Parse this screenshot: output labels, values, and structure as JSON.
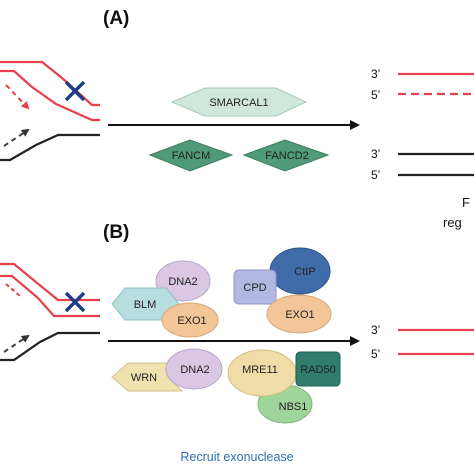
{
  "panel_a": {
    "label": "(A)",
    "proteins": {
      "smarcal1": "SMARCAL1",
      "fancm": "FANCM",
      "fancd2": "FANCD2"
    },
    "strand_labels": {
      "top_3": "3’",
      "top_5": "5’",
      "bottom_3": "3’",
      "bottom_5": "5’"
    },
    "clipped_text": {
      "line1": "F",
      "line2": "reg"
    }
  },
  "panel_b": {
    "label": "(B)",
    "proteins": {
      "dna2_top": "DNA2",
      "blm": "BLM",
      "exo1_left": "EXO1",
      "cpd": "CPD",
      "ctip": "CtIP",
      "exo1_right": "EXO1",
      "wrn": "WRN",
      "dna2_bottom": "DNA2",
      "mre11": "MRE11",
      "rad50": "RAD50",
      "nbs1": "NBS1"
    },
    "strand_labels": {
      "top_3": "3’",
      "top_5": "5’"
    },
    "caption": "Recruit exonuclease"
  },
  "colors": {
    "red_strand": "#e8404a",
    "black_strand": "#222222",
    "cross": "#1f3c88",
    "caption": "#2e6db0",
    "smarcal1_fill": "#cfe6da",
    "fanc_fill": "#4f9a78",
    "dna2_fill": "#d9c7e3",
    "blm_fill": "#b7dede",
    "exo1_fill": "#f2c698",
    "cpd_fill": "#b3b8e2",
    "ctip_fill": "#3f6ca8",
    "wrn_fill": "#efe1b0",
    "mre11_fill": "#f0dca6",
    "rad50_fill": "#2f7d6a",
    "nbs1_fill": "#9fd49a"
  }
}
